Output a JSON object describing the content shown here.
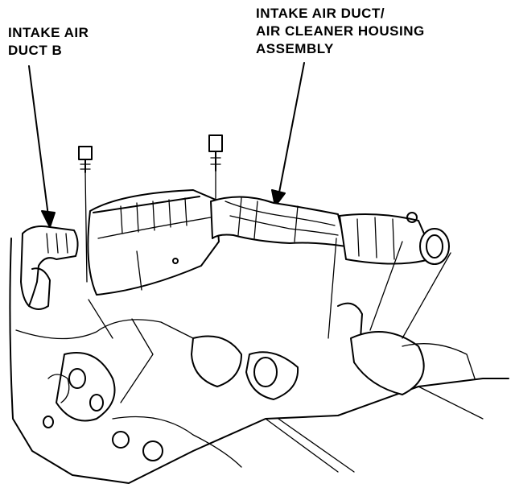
{
  "labels": {
    "intake_air_duct_b": [
      "INTAKE AIR",
      "DUCT B"
    ],
    "intake_air_duct_housing": [
      "INTAKE AIR DUCT/",
      "AIR CLEANER HOUSING",
      "ASSEMBLY"
    ]
  },
  "colors": {
    "line": "#000000",
    "background": "#ffffff"
  }
}
